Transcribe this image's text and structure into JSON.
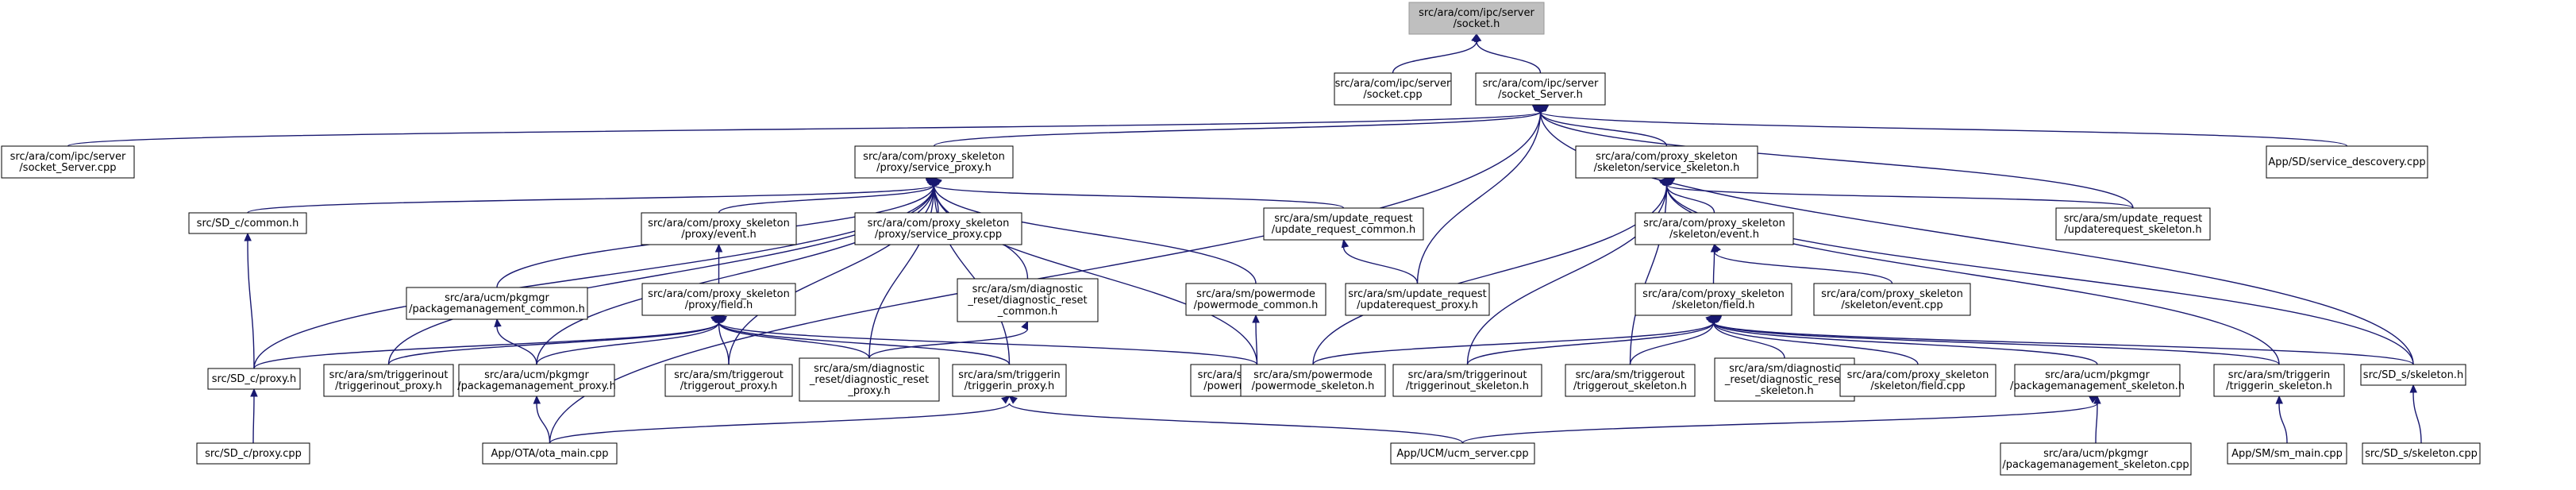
{
  "colors": {
    "edge": "#191970",
    "root_fill": "#bfbfbf",
    "node_fill": "#ffffff",
    "node_border": "#000000"
  },
  "nodes": [
    {
      "id": "n_root",
      "lines": [
        "src/ara/com/ipc/server",
        "/socket.h"
      ],
      "root": true
    },
    {
      "id": "n_socket_cpp",
      "lines": [
        "src/ara/com/ipc/server",
        "/socket.cpp"
      ]
    },
    {
      "id": "n_socket_server_h",
      "lines": [
        "src/ara/com/ipc/server",
        "/socket_Server.h"
      ]
    },
    {
      "id": "n_socket_server_cpp",
      "lines": [
        "src/ara/com/ipc/server",
        "/socket_Server.cpp"
      ]
    },
    {
      "id": "n_service_proxy_h",
      "lines": [
        "src/ara/com/proxy_skeleton",
        "/proxy/service_proxy.h"
      ]
    },
    {
      "id": "n_service_skeleton_h",
      "lines": [
        "src/ara/com/proxy_skeleton",
        "/skeleton/service_skeleton.h"
      ]
    },
    {
      "id": "n_service_descovery",
      "lines": [
        "App/SD/service_descovery.cpp"
      ]
    },
    {
      "id": "n_sdc_common_h",
      "lines": [
        "src/SD_c/common.h"
      ]
    },
    {
      "id": "n_proxy_event_h",
      "lines": [
        "src/ara/com/proxy_skeleton",
        "/proxy/event.h"
      ]
    },
    {
      "id": "n_service_proxy_cpp",
      "lines": [
        "src/ara/com/proxy_skeleton",
        "/proxy/service_proxy.cpp"
      ]
    },
    {
      "id": "n_update_request_common",
      "lines": [
        "src/ara/sm/update_request",
        "/update_request_common.h"
      ]
    },
    {
      "id": "n_skeleton_event_h",
      "lines": [
        "src/ara/com/proxy_skeleton",
        "/skeleton/event.h"
      ]
    },
    {
      "id": "n_updaterequest_skeleton",
      "lines": [
        "src/ara/sm/update_request",
        "/updaterequest_skeleton.h"
      ]
    },
    {
      "id": "n_pkgmgr_common",
      "lines": [
        "src/ara/ucm/pkgmgr",
        "/packagemanagement_common.h"
      ]
    },
    {
      "id": "n_proxy_field_h",
      "lines": [
        "src/ara/com/proxy_skeleton",
        "/proxy/field.h"
      ]
    },
    {
      "id": "n_diag_common",
      "lines": [
        "src/ara/sm/diagnostic",
        "_reset/diagnostic_reset",
        "_common.h"
      ]
    },
    {
      "id": "n_powermode_common",
      "lines": [
        "src/ara/sm/powermode",
        "/powermode_common.h"
      ]
    },
    {
      "id": "n_updaterequest_proxy",
      "lines": [
        "src/ara/sm/update_request",
        "/updaterequest_proxy.h"
      ]
    },
    {
      "id": "n_skeleton_field_h",
      "lines": [
        "src/ara/com/proxy_skeleton",
        "/skeleton/field.h"
      ]
    },
    {
      "id": "n_skeleton_event_cpp",
      "lines": [
        "src/ara/com/proxy_skeleton",
        "/skeleton/event.cpp"
      ]
    },
    {
      "id": "n_sdc_proxy_h",
      "lines": [
        "src/SD_c/proxy.h"
      ]
    },
    {
      "id": "n_triggerinout_proxy",
      "lines": [
        "src/ara/sm/triggerinout",
        "/triggerinout_proxy.h"
      ]
    },
    {
      "id": "n_pkgmgr_proxy",
      "lines": [
        "src/ara/ucm/pkgmgr",
        "/packagemanagement_proxy.h"
      ]
    },
    {
      "id": "n_triggerout_proxy",
      "lines": [
        "src/ara/sm/triggerout",
        "/triggerout_proxy.h"
      ]
    },
    {
      "id": "n_diag_proxy",
      "lines": [
        "src/ara/sm/diagnostic",
        "_reset/diagnostic_reset",
        "_proxy.h"
      ]
    },
    {
      "id": "n_triggerin_proxy",
      "lines": [
        "src/ara/sm/triggerin",
        "/triggerin_proxy.h"
      ]
    },
    {
      "id": "n_powermode_proxy",
      "lines": [
        "src/ara/sm/powermode",
        "/powermode_proxy.h"
      ]
    },
    {
      "id": "n_powermode_skeleton",
      "lines": [
        "src/ara/sm/powermode",
        "/powermode_skeleton.h"
      ]
    },
    {
      "id": "n_triggerinout_skeleton",
      "lines": [
        "src/ara/sm/triggerinout",
        "/triggerinout_skeleton.h"
      ]
    },
    {
      "id": "n_triggerout_skeleton",
      "lines": [
        "src/ara/sm/triggerout",
        "/triggerout_skeleton.h"
      ]
    },
    {
      "id": "n_diag_skeleton",
      "lines": [
        "src/ara/sm/diagnostic",
        "_reset/diagnostic_reset",
        "_skeleton.h"
      ]
    },
    {
      "id": "n_skeleton_field_cpp",
      "lines": [
        "src/ara/com/proxy_skeleton",
        "/skeleton/field.cpp"
      ]
    },
    {
      "id": "n_pkgmgr_skeleton_h",
      "lines": [
        "src/ara/ucm/pkgmgr",
        "/packagemanagement_skeleton.h"
      ]
    },
    {
      "id": "n_triggerin_skeleton",
      "lines": [
        "src/ara/sm/triggerin",
        "/triggerin_skeleton.h"
      ]
    },
    {
      "id": "n_sds_skeleton_h",
      "lines": [
        "src/SD_s/skeleton.h"
      ]
    },
    {
      "id": "n_sdc_proxy_cpp",
      "lines": [
        "src/SD_c/proxy.cpp"
      ]
    },
    {
      "id": "n_ota_main",
      "lines": [
        "App/OTA/ota_main.cpp"
      ]
    },
    {
      "id": "n_ucm_server",
      "lines": [
        "App/UCM/ucm_server.cpp"
      ]
    },
    {
      "id": "n_pkgmgr_skeleton_cpp",
      "lines": [
        "src/ara/ucm/pkgmgr",
        "/packagemanagement_skeleton.cpp"
      ]
    },
    {
      "id": "n_sm_main",
      "lines": [
        "App/SM/sm_main.cpp"
      ]
    },
    {
      "id": "n_sds_skeleton_cpp",
      "lines": [
        "src/SD_s/skeleton.cpp"
      ]
    }
  ],
  "edges": [
    [
      "n_root",
      "n_socket_cpp"
    ],
    [
      "n_root",
      "n_socket_server_h"
    ],
    [
      "n_socket_server_h",
      "n_socket_server_cpp"
    ],
    [
      "n_socket_server_h",
      "n_service_proxy_h"
    ],
    [
      "n_socket_server_h",
      "n_service_skeleton_h"
    ],
    [
      "n_socket_server_h",
      "n_service_descovery"
    ],
    [
      "n_socket_server_h",
      "n_updaterequest_skeleton"
    ],
    [
      "n_socket_server_h",
      "n_updaterequest_proxy"
    ],
    [
      "n_socket_server_h",
      "n_sds_skeleton_h"
    ],
    [
      "n_socket_server_h",
      "n_ota_main"
    ],
    [
      "n_service_proxy_h",
      "n_sdc_common_h"
    ],
    [
      "n_service_proxy_h",
      "n_proxy_event_h"
    ],
    [
      "n_service_proxy_h",
      "n_service_proxy_cpp"
    ],
    [
      "n_service_proxy_h",
      "n_update_request_common"
    ],
    [
      "n_service_proxy_h",
      "n_pkgmgr_common"
    ],
    [
      "n_service_proxy_h",
      "n_diag_common"
    ],
    [
      "n_service_proxy_h",
      "n_powermode_common"
    ],
    [
      "n_service_proxy_h",
      "n_sdc_proxy_h"
    ],
    [
      "n_service_proxy_h",
      "n_triggerinout_proxy"
    ],
    [
      "n_service_proxy_h",
      "n_pkgmgr_proxy"
    ],
    [
      "n_service_proxy_h",
      "n_triggerout_proxy"
    ],
    [
      "n_service_proxy_h",
      "n_diag_proxy"
    ],
    [
      "n_service_proxy_h",
      "n_triggerin_proxy"
    ],
    [
      "n_service_proxy_h",
      "n_powermode_proxy"
    ],
    [
      "n_service_skeleton_h",
      "n_skeleton_event_h"
    ],
    [
      "n_service_skeleton_h",
      "n_updaterequest_skeleton"
    ],
    [
      "n_service_skeleton_h",
      "n_powermode_skeleton"
    ],
    [
      "n_service_skeleton_h",
      "n_triggerinout_skeleton"
    ],
    [
      "n_service_skeleton_h",
      "n_triggerout_skeleton"
    ],
    [
      "n_service_skeleton_h",
      "n_triggerin_skeleton"
    ],
    [
      "n_service_skeleton_h",
      "n_sds_skeleton_h"
    ],
    [
      "n_sdc_common_h",
      "n_sdc_proxy_h"
    ],
    [
      "n_proxy_event_h",
      "n_proxy_field_h"
    ],
    [
      "n_update_request_common",
      "n_updaterequest_proxy"
    ],
    [
      "n_skeleton_event_h",
      "n_skeleton_field_h"
    ],
    [
      "n_skeleton_event_h",
      "n_skeleton_event_cpp"
    ],
    [
      "n_pkgmgr_common",
      "n_pkgmgr_proxy"
    ],
    [
      "n_proxy_field_h",
      "n_sdc_proxy_h"
    ],
    [
      "n_proxy_field_h",
      "n_triggerinout_proxy"
    ],
    [
      "n_proxy_field_h",
      "n_pkgmgr_proxy"
    ],
    [
      "n_proxy_field_h",
      "n_triggerout_proxy"
    ],
    [
      "n_proxy_field_h",
      "n_diag_proxy"
    ],
    [
      "n_proxy_field_h",
      "n_triggerin_proxy"
    ],
    [
      "n_proxy_field_h",
      "n_powermode_proxy"
    ],
    [
      "n_diag_common",
      "n_diag_proxy"
    ],
    [
      "n_powermode_common",
      "n_powermode_proxy"
    ],
    [
      "n_skeleton_field_h",
      "n_powermode_skeleton"
    ],
    [
      "n_skeleton_field_h",
      "n_triggerinout_skeleton"
    ],
    [
      "n_skeleton_field_h",
      "n_triggerout_skeleton"
    ],
    [
      "n_skeleton_field_h",
      "n_diag_skeleton"
    ],
    [
      "n_skeleton_field_h",
      "n_skeleton_field_cpp"
    ],
    [
      "n_skeleton_field_h",
      "n_pkgmgr_skeleton_h"
    ],
    [
      "n_skeleton_field_h",
      "n_triggerin_skeleton"
    ],
    [
      "n_skeleton_field_h",
      "n_sds_skeleton_h"
    ],
    [
      "n_sdc_proxy_h",
      "n_sdc_proxy_cpp"
    ],
    [
      "n_pkgmgr_proxy",
      "n_ota_main"
    ],
    [
      "n_triggerin_proxy",
      "n_ota_main"
    ],
    [
      "n_triggerin_proxy",
      "n_ucm_server"
    ],
    [
      "n_pkgmgr_skeleton_h",
      "n_ucm_server"
    ],
    [
      "n_pkgmgr_skeleton_h",
      "n_pkgmgr_skeleton_cpp"
    ],
    [
      "n_triggerin_skeleton",
      "n_sm_main"
    ],
    [
      "n_sds_skeleton_h",
      "n_sds_skeleton_cpp"
    ]
  ]
}
